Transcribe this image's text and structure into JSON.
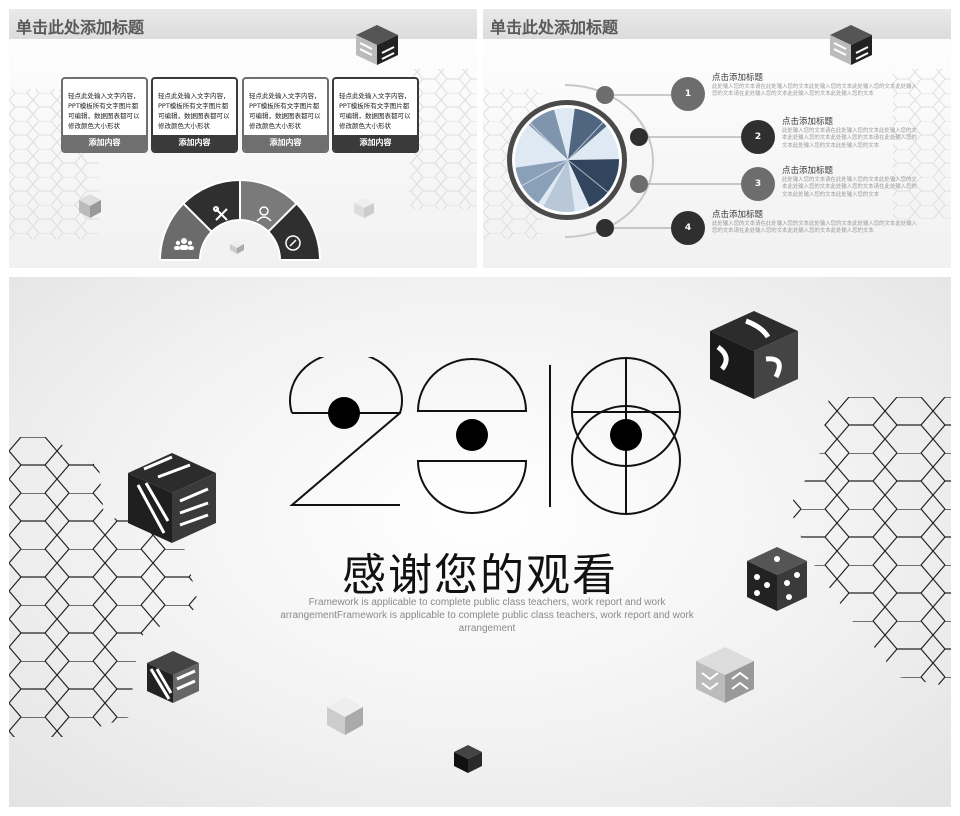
{
  "slide1": {
    "title": "单击此处添加标题",
    "cards": [
      {
        "text": "轻点此处输入文字内容，PPT模板所有文字图片都可编辑，数据图表都可以修改颜色大小形状",
        "footer": "添加内容",
        "style": "light"
      },
      {
        "text": "轻点此处输入文字内容，PPT模板所有文字图片都可编辑，数据图表都可以修改颜色大小形状",
        "footer": "添加内容",
        "style": "dark"
      },
      {
        "text": "轻点此处输入文字内容，PPT模板所有文字图片都可编辑，数据图表都可以修改颜色大小形状",
        "footer": "添加内容",
        "style": "light"
      },
      {
        "text": "轻点此处输入文字内容，PPT模板所有文字图片都可编辑，数据图表都可以修改颜色大小形状",
        "footer": "添加内容",
        "style": "dark"
      }
    ],
    "arc_icons": [
      "team-icon",
      "tools-icon",
      "person-icon",
      "compass-icon"
    ],
    "arc_colors": [
      "#6b6b6b",
      "#2f2f2f",
      "#7a7a7a",
      "#2f2f2f"
    ]
  },
  "slide2": {
    "title": "单击此处添加标题",
    "photo": "skyscraper-photo",
    "items": [
      {
        "number": "1",
        "title": "点击添加标题",
        "text": "此处输入您的文本请在此处输入您的文本此处输入您的文本此处输入您的文本此处输入您的文本请在此处输入您的文本此处输入您的文本此处输入您的文本"
      },
      {
        "number": "2",
        "title": "点击添加标题",
        "text": "此处输入您的文本请在此处输入您的文本此处输入您的文本此处输入您的文本此处输入您的文本请在此处输入您的文本此处输入您的文本此处输入您的文本"
      },
      {
        "number": "3",
        "title": "点击添加标题",
        "text": "此处输入您的文本请在此处输入您的文本此处输入您的文本此处输入您的文本此处输入您的文本请在此处输入您的文本此处输入您的文本此处输入您的文本"
      },
      {
        "number": "4",
        "title": "点击添加标题",
        "text": "此处输入您的文本请在此处输入您的文本此处输入您的文本此处输入您的文本此处输入您的文本请在此处输入您的文本此处输入您的文本此处输入您的文本"
      }
    ]
  },
  "slide3": {
    "year_graphic": "2018",
    "thanks": "感谢您的观看",
    "subtitle": "Framework is applicable to complete public class teachers, work report and work arrangementFramework is applicable to complete public class teachers, work report and work arrangement"
  },
  "colors": {
    "dark": "#2f2f2f",
    "mid": "#6d6d6d",
    "light_bg": "#f2f2f2",
    "accent_text": "#595959"
  }
}
